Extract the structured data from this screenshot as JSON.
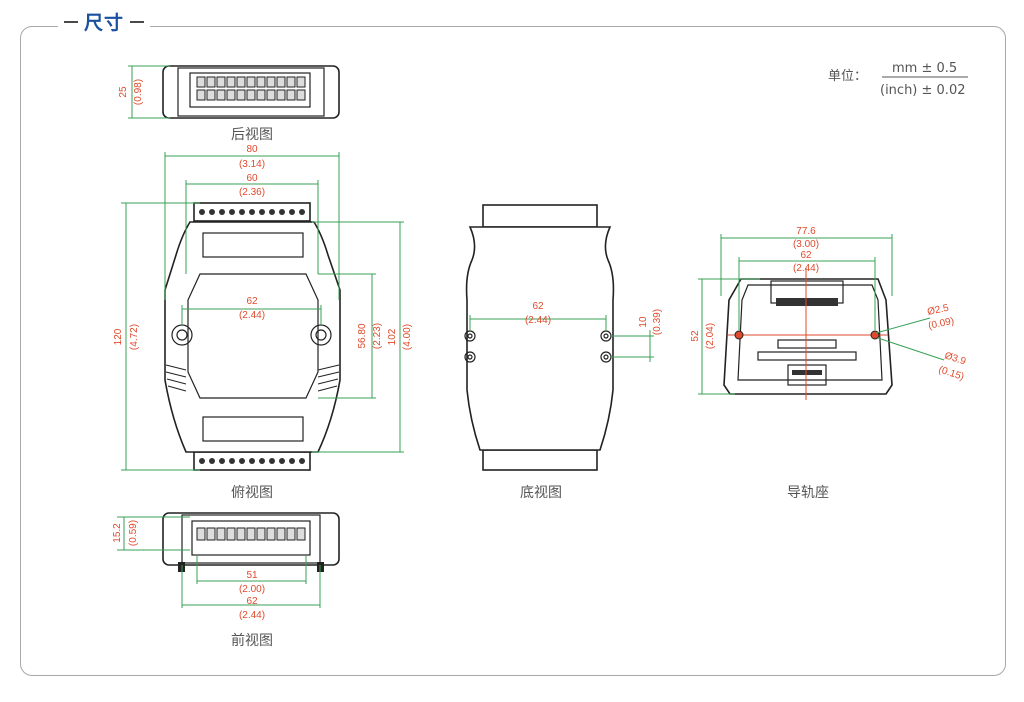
{
  "section": {
    "title": "尺寸"
  },
  "unit": {
    "label": "单位：",
    "mm": "mm ± 0.5",
    "inch": "(inch) ± 0.02"
  },
  "views": {
    "rear": {
      "caption": "后视图",
      "h_mm": "25",
      "h_in": "(0.98)"
    },
    "top": {
      "caption": "俯视图",
      "w80_mm": "80",
      "w80_in": "(3.14)",
      "w60_mm": "60",
      "w60_in": "(2.36)",
      "w62_mm": "62",
      "w62_in": "(2.44)",
      "h120_mm": "120",
      "h120_in": "(4.72)",
      "h56_mm": "56.80",
      "h56_in": "(2.23)",
      "h102_mm": "102",
      "h102_in": "(4.00)"
    },
    "bottom": {
      "caption": "底视图",
      "w62_mm": "62",
      "w62_in": "(2.44)",
      "h10_mm": "10",
      "h10_in": "(0.39)"
    },
    "rail": {
      "caption": "导轨座",
      "w77_mm": "77.6",
      "w77_in": "(3.00)",
      "w62_mm": "62",
      "w62_in": "(2.44)",
      "h52_mm": "52",
      "h52_in": "(2.04)",
      "d25_mm": "Ø2.5",
      "d25_in": "(0.09)",
      "d39_mm": "Ø3.9",
      "d39_in": "(0.15)"
    },
    "front": {
      "caption": "前视图",
      "h15_mm": "15.2",
      "h15_in": "(0.59)",
      "w51_mm": "51",
      "w51_in": "(2.00)",
      "w62_mm": "62",
      "w62_in": "(2.44)"
    }
  }
}
